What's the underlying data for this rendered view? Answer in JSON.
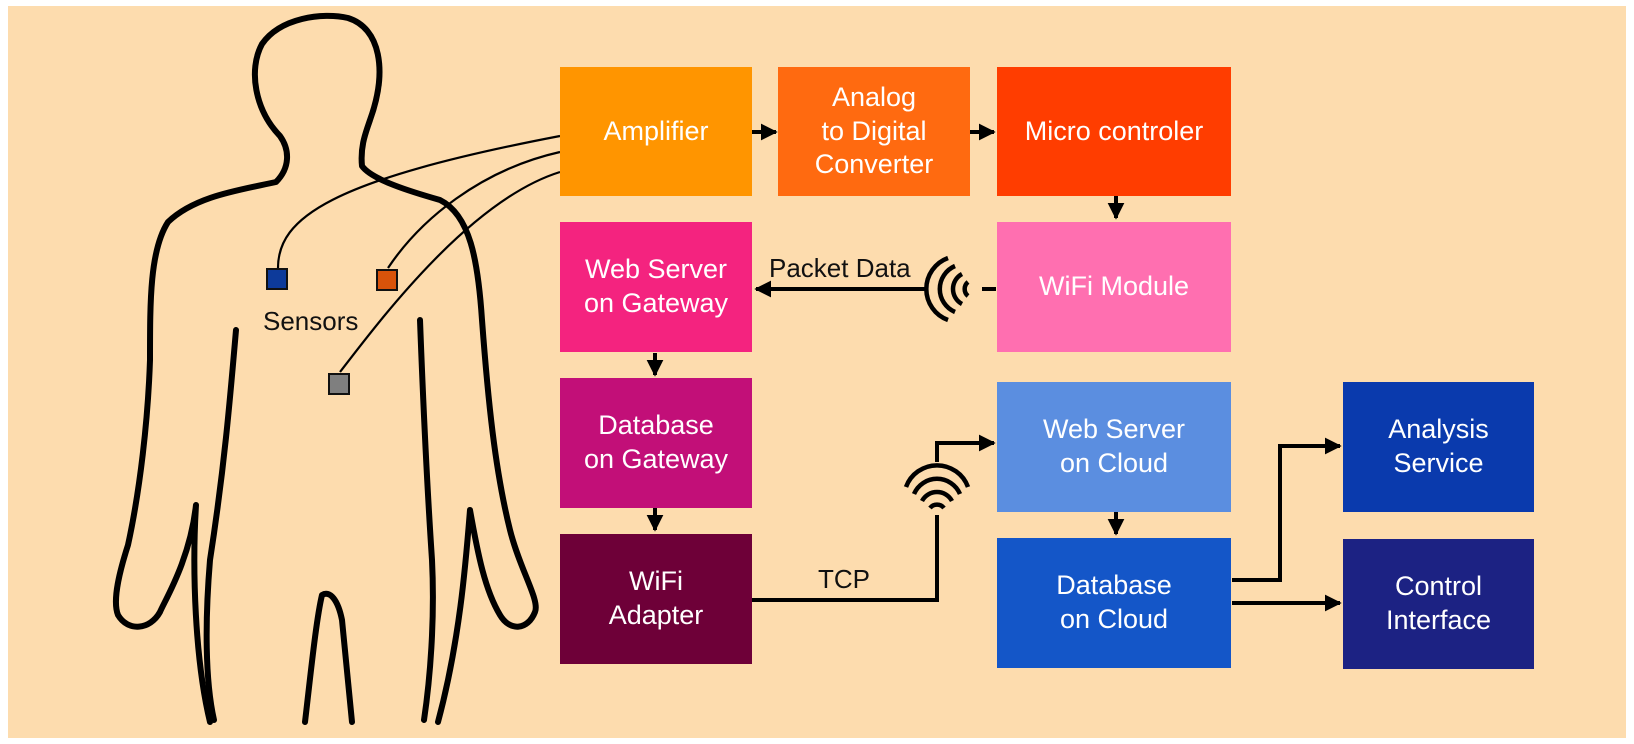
{
  "colors": {
    "background": "#fddcae",
    "outline": "#000000"
  },
  "body_figure": {
    "sensors_label": "Sensors",
    "sensors": [
      {
        "name": "sensor-blue",
        "color": "#0d3a9a"
      },
      {
        "name": "sensor-orange",
        "color": "#d9530a"
      },
      {
        "name": "sensor-gray",
        "color": "#7f7f7f"
      }
    ]
  },
  "blocks": {
    "amplifier": {
      "label": "Amplifier",
      "color": "#ff9500"
    },
    "adc": {
      "label": "Analog\nto Digital\nConverter",
      "color": "#ff6a10"
    },
    "microcontroller": {
      "label": "Micro controler",
      "color": "#ff3d00"
    },
    "wifi_module": {
      "label": "WiFi Module",
      "color": "#ff6fb0"
    },
    "web_server_gateway": {
      "label": "Web Server\non Gateway",
      "color": "#f4237f"
    },
    "database_gateway": {
      "label": "Database\non Gateway",
      "color": "#c20f78"
    },
    "wifi_adapter": {
      "label": "WiFi\nAdapter",
      "color": "#6e0038"
    },
    "web_server_cloud": {
      "label": "Web Server\non Cloud",
      "color": "#5b8ee0"
    },
    "database_cloud": {
      "label": "Database\non Cloud",
      "color": "#1456c8"
    },
    "analysis_service": {
      "label": "Analysis\nService",
      "color": "#0a3aad"
    },
    "control_interface": {
      "label": "Control\nInterface",
      "color": "#1c2283"
    }
  },
  "edge_labels": {
    "packet_data": "Packet Data",
    "tcp": "TCP"
  },
  "icons": [
    "wireless-signal-left-icon",
    "wireless-signal-up-icon",
    "arrow-icon"
  ]
}
